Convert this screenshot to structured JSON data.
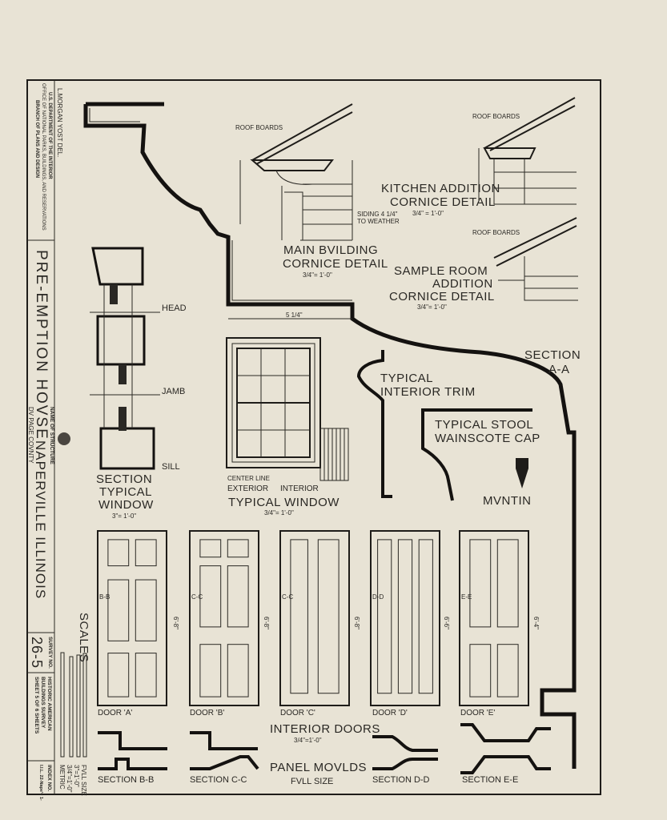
{
  "title_block": {
    "delineator": "L.MORGAN YOST  DEL.",
    "agency_line1": "U.S. DEPARTMENT OF THE INTERIOR",
    "agency_line2": "OFFICE OF NATIONAL PARKS, BUILDINGS, AND RESERVATIONS",
    "agency_line3": "BRANCH OF PLANS AND DESIGN",
    "structure_name_label": "NAME OF STRUCTURE",
    "structure_name": "PRE-EMPTION HOVSE",
    "county": "DV PAGE COVNTY",
    "location": "NAPERVILLE  ILLINOIS",
    "survey_no_label": "SURVEY NO.",
    "survey_no": "26-5",
    "survey_line1": "HISTORIC AMERICAN",
    "survey_line2": "BUILDINGS SURVEY",
    "sheet": "SHEET 5 OF 6 SHEETS",
    "index_label": "INDEX NO.",
    "index_value": "I.I.L. 22-Nape'v 1-"
  },
  "scales": {
    "title": "SCALES",
    "items": [
      "FVLL SIZE",
      "3\"=1'-0\"",
      "3/4\"=1'-0\"",
      "METRIC"
    ]
  },
  "details": {
    "main_cornice": {
      "title1": "MAIN BVILDING",
      "title2": "CORNICE DETAIL",
      "scale": "3/4\"= 1'-0\"",
      "roof": "ROOF BOARDS",
      "siding1": "SIDING 4 1/4\"",
      "siding2": "TO WEATHER"
    },
    "kitchen_cornice": {
      "title1": "KITCHEN ADDITION",
      "title2": "CORNICE DETAIL",
      "scale": "3/4\" = 1'-0\"",
      "roof": "ROOF BOARDS"
    },
    "sample_cornice": {
      "title1": "SAMPLE ROOM",
      "title2": "ADDITION",
      "title3": "CORNICE DETAIL",
      "scale": "3/4\"= 1'-0\"",
      "roof": "ROOF BOARDS"
    },
    "section_aa": {
      "title1": "SECTION",
      "title2": "A-A",
      "dim": "5 1/4\""
    },
    "window_section": {
      "head": "HEAD",
      "jamb": "JAMB",
      "sill": "SILL",
      "title1": "SECTION",
      "title2": "TYPICAL",
      "title3": "WINDOW",
      "scale": "3\"= 1'-0\""
    },
    "window": {
      "center_line": "CENTER LINE",
      "exterior": "EXTERIOR",
      "interior": "INTERIOR",
      "title": "TYPICAL WINDOW",
      "scale": "3/4\"= 1'-0\""
    },
    "trim": {
      "title1": "TYPICAL",
      "title2": "INTERIOR TRIM"
    },
    "stool": {
      "title1": "TYPICAL STOOL",
      "title2": "WAINSCOTE CAP"
    },
    "muntin": {
      "title": "MVNTIN"
    },
    "doors": {
      "title": "INTERIOR DOORS",
      "scale": "3/4\"=1'-0\"",
      "items": [
        {
          "label": "DOOR 'A'",
          "section": "B-B",
          "height": "6'-8\""
        },
        {
          "label": "DOOR 'B'",
          "section": "C-C",
          "height": "6'-8\""
        },
        {
          "label": "DOOR 'C'",
          "section": "C-C",
          "height": "6'-8\""
        },
        {
          "label": "DOOR 'D'",
          "section": "D-D",
          "height": "6'-6\""
        },
        {
          "label": "DOOR 'E'",
          "section": "E-E",
          "height": "6'-4\""
        }
      ]
    },
    "panel_moulds": {
      "title": "PANEL MOVLDS",
      "scale": "FVLL SIZE",
      "sections": [
        "SECTION B-B",
        "SECTION C-C",
        "SECTION D-D",
        "SECTION E-E"
      ]
    }
  }
}
